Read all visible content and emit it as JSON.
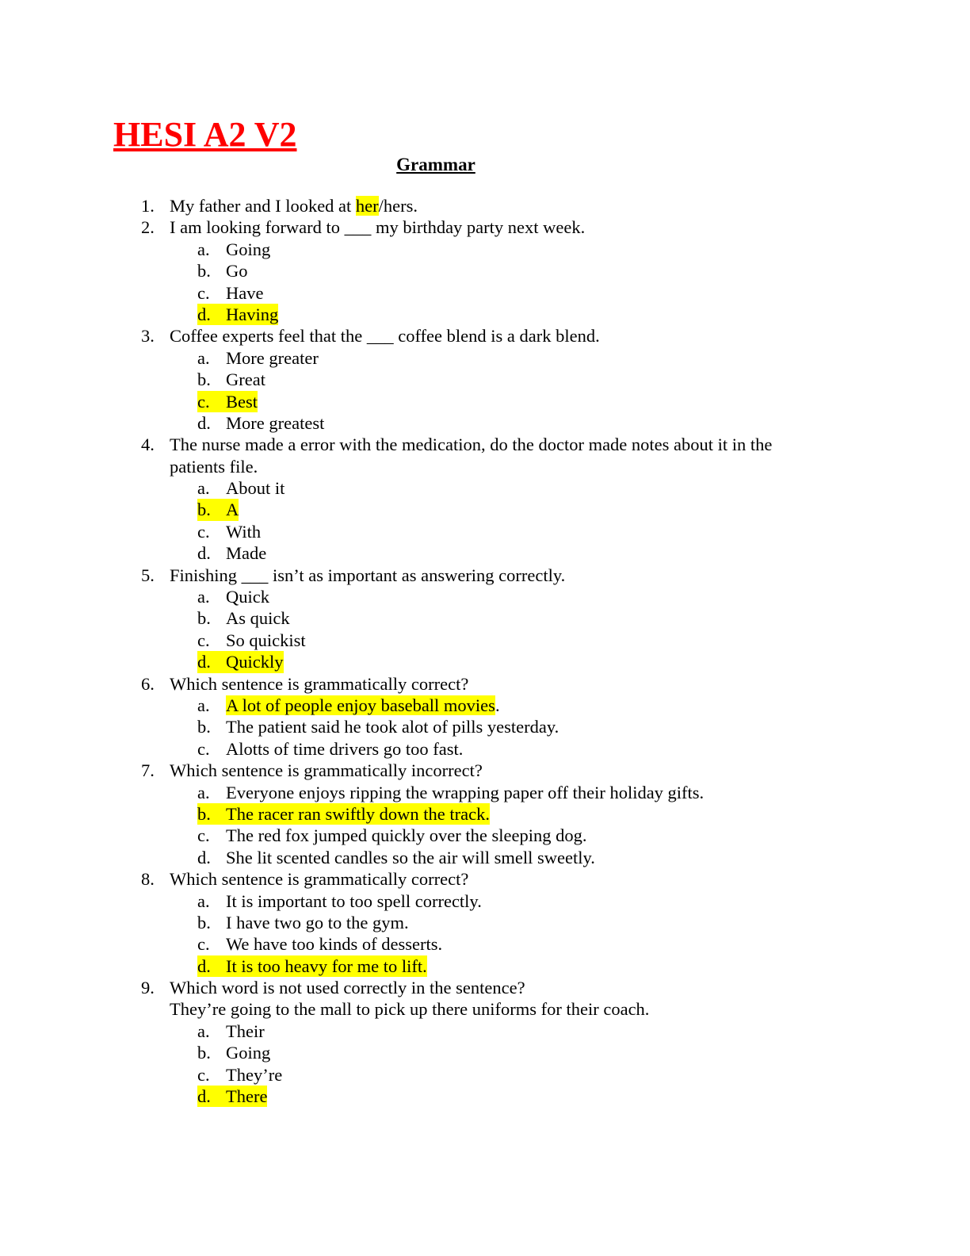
{
  "document": {
    "title": "HESI A2 V2",
    "section": "Grammar",
    "highlight_color": "#ffff00",
    "title_color": "#ff0000"
  },
  "q1": {
    "num": "1.",
    "pre": "My father and I looked at ",
    "answer": "her",
    "post": "/hers."
  },
  "q2": {
    "num": "2.",
    "text": "I am looking forward to ___ my birthday party next week.",
    "options": [
      {
        "letter": "a.",
        "text": "Going"
      },
      {
        "letter": "b.",
        "text": "Go"
      },
      {
        "letter": "c.",
        "text": "Have"
      },
      {
        "letter": "d.",
        "text": "Having"
      }
    ]
  },
  "q3": {
    "num": "3.",
    "text": "Coffee experts feel that the ___ coffee blend is a dark blend.",
    "options": [
      {
        "letter": "a.",
        "text": "More greater"
      },
      {
        "letter": "b.",
        "text": "Great"
      },
      {
        "letter": "c.",
        "text": "Best"
      },
      {
        "letter": "d.",
        "text": "More greatest"
      }
    ]
  },
  "q4": {
    "num": "4.",
    "text": "The nurse made a error with the medication, do the doctor made notes about it in the",
    "text_cont": "patients file.",
    "options": [
      {
        "letter": "a.",
        "text": "About it"
      },
      {
        "letter": "b.",
        "text": "A"
      },
      {
        "letter": "c.",
        "text": "With"
      },
      {
        "letter": "d.",
        "text": "Made"
      }
    ]
  },
  "q5": {
    "num": "5.",
    "text": "Finishing ___ isn’t as important as answering correctly.",
    "options": [
      {
        "letter": "a.",
        "text": "Quick"
      },
      {
        "letter": "b.",
        "text": "As quick"
      },
      {
        "letter": "c.",
        "text": "So quickist"
      },
      {
        "letter": "d.",
        "text": "Quickly"
      }
    ]
  },
  "q6": {
    "num": "6.",
    "text": "Which sentence is grammatically correct?",
    "options": [
      {
        "letter": "a.",
        "text": "A lot of people enjoy baseball movies",
        "suffix": "."
      },
      {
        "letter": "b.",
        "text": "The patient said he took alot of pills yesterday."
      },
      {
        "letter": "c.",
        "text": "Alotts of time drivers go too fast."
      }
    ]
  },
  "q7": {
    "num": "7.",
    "text": "Which sentence is grammatically incorrect?",
    "options": [
      {
        "letter": "a.",
        "text": "Everyone enjoys ripping the wrapping paper off their holiday gifts."
      },
      {
        "letter": "b.",
        "text": "The racer ran swiftly down the track."
      },
      {
        "letter": "c.",
        "text": "The red fox jumped quickly over the sleeping dog."
      },
      {
        "letter": "d.",
        "text": "She lit scented candles so the air will smell sweetly."
      }
    ]
  },
  "q8": {
    "num": "8.",
    "text": "Which sentence is grammatically correct?",
    "options": [
      {
        "letter": "a.",
        "text": "It is important to too spell correctly."
      },
      {
        "letter": "b.",
        "text": "I have two go to the gym."
      },
      {
        "letter": "c.",
        "text": "We have too kinds of desserts."
      },
      {
        "letter": "d.",
        "text": "It is too heavy for me to lift."
      }
    ]
  },
  "q9": {
    "num": "9.",
    "text": "Which word is not used correctly in the sentence?",
    "text_cont": "They’re going to the mall to pick up there uniforms for their coach.",
    "options": [
      {
        "letter": "a.",
        "text": "Their"
      },
      {
        "letter": "b.",
        "text": "Going"
      },
      {
        "letter": "c.",
        "text": "They’re"
      },
      {
        "letter": "d.",
        "text": "There"
      }
    ]
  }
}
